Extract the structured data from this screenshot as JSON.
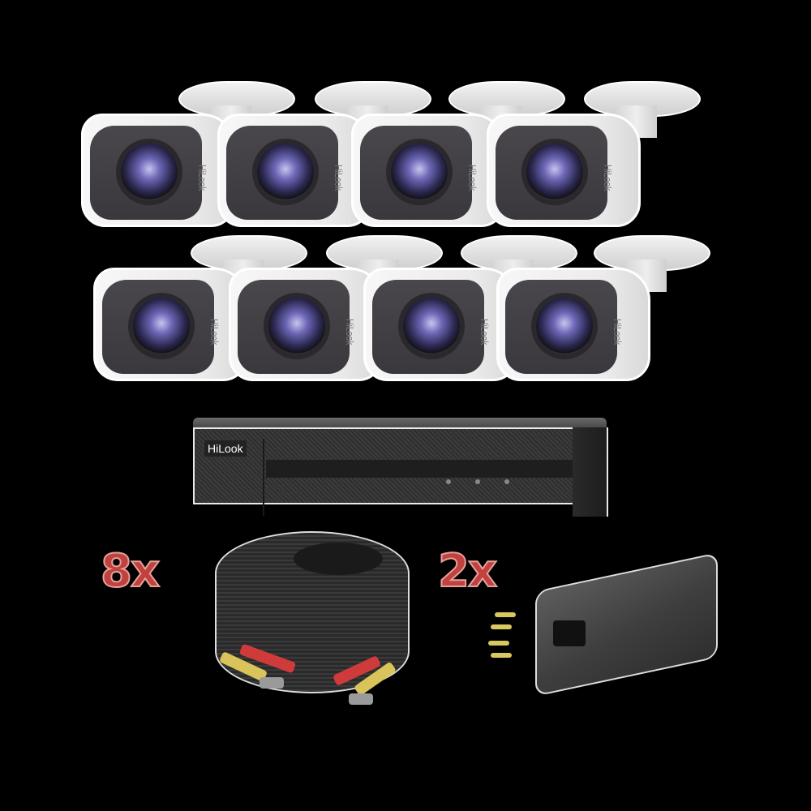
{
  "image": {
    "description": "HiLook 8-channel CCTV kit product photo on black background",
    "background": "#000000"
  },
  "cameras": {
    "count": 8,
    "brand": "HiLook",
    "items": [
      {
        "row": 1,
        "col": 1
      },
      {
        "row": 1,
        "col": 2
      },
      {
        "row": 1,
        "col": 3
      },
      {
        "row": 1,
        "col": 4
      },
      {
        "row": 2,
        "col": 1
      },
      {
        "row": 2,
        "col": 2
      },
      {
        "row": 2,
        "col": 3
      },
      {
        "row": 2,
        "col": 4
      }
    ]
  },
  "dvr": {
    "brand_label": "HiLook",
    "led_count": 3
  },
  "cable": {
    "quantity_label": "8x"
  },
  "power_supply": {
    "quantity_label": "2x"
  },
  "colors": {
    "quantity_text": "#c0413e",
    "camera_body": "#f2f2f2",
    "dvr_body": "#333333",
    "cable": "#2e2e2e",
    "psu": "#4a4a4a"
  }
}
